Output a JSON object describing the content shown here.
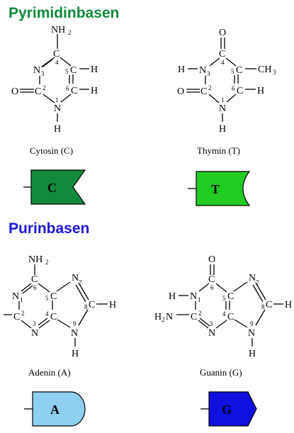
{
  "headings": {
    "pyrimidines": "Pyrimidinbasen",
    "purines": "Purinbasen"
  },
  "colors": {
    "pyrimidine_heading": "#128a3c",
    "purine_heading": "#1b1bd6",
    "cytosine_symbol": "#128a3c",
    "thymine_symbol": "#22cc22",
    "adenine_symbol": "#8fcff0",
    "guanine_symbol": "#1010e0"
  },
  "atoms": {
    "C": "C",
    "N": "N",
    "H": "H",
    "O": "O",
    "nh2": "NH",
    "nh2_sub": "2",
    "h2n_pre": "H",
    "h2n_sub": "2",
    "h2n_post": "N",
    "ch3": "CH",
    "ch3_sub": "3"
  },
  "ring_numbers": {
    "pyrimidine": [
      "1",
      "2",
      "3",
      "4",
      "5",
      "6"
    ],
    "purine": [
      "1",
      "2",
      "3",
      "4",
      "5",
      "6",
      "7",
      "8",
      "9"
    ]
  },
  "bases": {
    "cytosine": {
      "name": "Cytosin (C)",
      "symbol": "C",
      "symbol_shape": "notch-arrow",
      "icon": "cytosine-symbol-icon"
    },
    "thymine": {
      "name": "Thymin (T)",
      "symbol": "T",
      "symbol_shape": "concave",
      "icon": "thymine-symbol-icon"
    },
    "adenine": {
      "name": "Adenin (A)",
      "symbol": "A",
      "symbol_shape": "rounded",
      "icon": "adenine-symbol-icon"
    },
    "guanine": {
      "name": "Guanin (G)",
      "symbol": "G",
      "symbol_shape": "arrow-point",
      "icon": "guanine-symbol-icon"
    }
  }
}
